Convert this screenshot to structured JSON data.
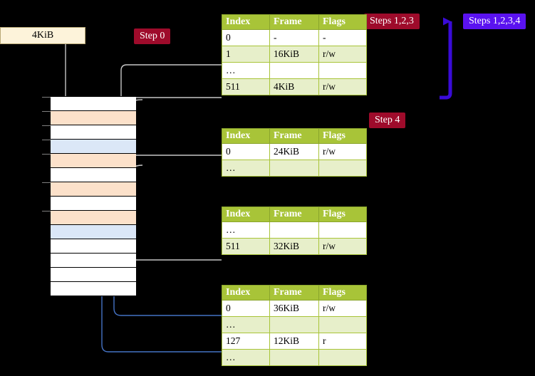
{
  "diagram": {
    "title_badges": {
      "step0": "Step 0",
      "step4": "Step 4",
      "steps_123": "Steps 1,2,3",
      "steps_1234": "Steps 1,2,3,4"
    },
    "memory_label": "4KiB",
    "colors": {
      "badge_red": "#9e0b2b",
      "badge_purple": "#5a12f0",
      "table_header_green": "#a8c438",
      "table_alt_row": "#e7efca",
      "highlight_yellow": "#ffff99",
      "memory_orange": "#fce1ca",
      "memory_blue": "#dbe7f7",
      "memory_white": "#ffffff",
      "kib_box_fill": "#fdf3da",
      "gray_wire": "#c0c0c0",
      "blue_wire": "#4472c4",
      "background": "#000000"
    },
    "columns": [
      "Index",
      "Frame",
      "Flags"
    ],
    "tables": [
      {
        "name": "pml4-table",
        "rows": [
          {
            "index": "0",
            "frame": "-",
            "flags": "-",
            "alt": false,
            "highlight": false
          },
          {
            "index": "1",
            "frame": "16KiB",
            "flags": "r/w",
            "alt": true,
            "highlight": false
          },
          {
            "index": "…",
            "frame": "",
            "flags": "",
            "alt": false,
            "highlight": false
          },
          {
            "index": "511",
            "frame": "4KiB",
            "flags": "r/w",
            "alt": true,
            "highlight": true
          }
        ]
      },
      {
        "name": "pdpt-table",
        "rows": [
          {
            "index": "0",
            "frame": "24KiB",
            "flags": "r/w",
            "alt": false,
            "highlight": false
          },
          {
            "index": "…",
            "frame": "",
            "flags": "",
            "alt": true,
            "highlight": false
          }
        ]
      },
      {
        "name": "pd-table",
        "rows": [
          {
            "index": "…",
            "frame": "",
            "flags": "",
            "alt": false,
            "highlight": false
          },
          {
            "index": "511",
            "frame": "32KiB",
            "flags": "r/w",
            "alt": true,
            "highlight": false
          }
        ]
      },
      {
        "name": "pt-table",
        "rows": [
          {
            "index": "0",
            "frame": "36KiB",
            "flags": "r/w",
            "alt": false,
            "highlight": false
          },
          {
            "index": "…",
            "frame": "",
            "flags": "",
            "alt": true,
            "highlight": false
          },
          {
            "index": "127",
            "frame": "12KiB",
            "flags": "r",
            "alt": false,
            "highlight": false
          },
          {
            "index": "…",
            "frame": "",
            "flags": "",
            "alt": true,
            "highlight": false
          }
        ]
      }
    ],
    "memory_rows": [
      {
        "fill": "white"
      },
      {
        "fill": "orange"
      },
      {
        "fill": "white"
      },
      {
        "fill": "blue"
      },
      {
        "fill": "orange"
      },
      {
        "fill": "white"
      },
      {
        "fill": "orange"
      },
      {
        "fill": "white"
      },
      {
        "fill": "orange"
      },
      {
        "fill": "blue"
      },
      {
        "fill": "white"
      },
      {
        "fill": "white"
      },
      {
        "fill": "white"
      },
      {
        "fill": "white"
      }
    ]
  }
}
